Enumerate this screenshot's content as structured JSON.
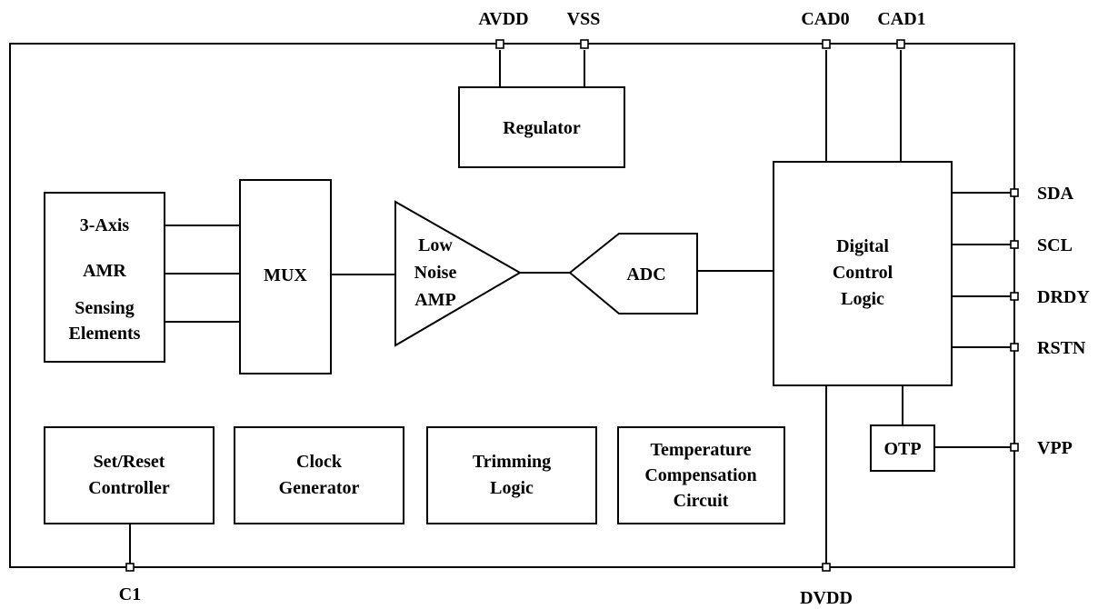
{
  "pins": {
    "avdd": "AVDD",
    "vss": "VSS",
    "cad0": "CAD0",
    "cad1": "CAD1",
    "sda": "SDA",
    "scl": "SCL",
    "drdy": "DRDY",
    "rstn": "RSTN",
    "vpp": "VPP",
    "c1": "C1",
    "dvdd": "DVDD"
  },
  "blocks": {
    "regulator": "Regulator",
    "sensing": {
      "line1": "3-Axis",
      "line2": "AMR",
      "line3": "Sensing",
      "line4": "Elements"
    },
    "mux": "MUX",
    "lna": {
      "line1": "Low",
      "line2": "Noise",
      "line3": "AMP"
    },
    "adc": "ADC",
    "digital": {
      "line1": "Digital",
      "line2": "Control",
      "line3": "Logic"
    },
    "otp": "OTP",
    "setreset": {
      "line1": "Set/Reset",
      "line2": "Controller"
    },
    "clock": {
      "line1": "Clock",
      "line2": "Generator"
    },
    "trimming": {
      "line1": "Trimming",
      "line2": "Logic"
    },
    "tempcomp": {
      "line1": "Temperature",
      "line2": "Compensation",
      "line3": "Circuit"
    }
  }
}
